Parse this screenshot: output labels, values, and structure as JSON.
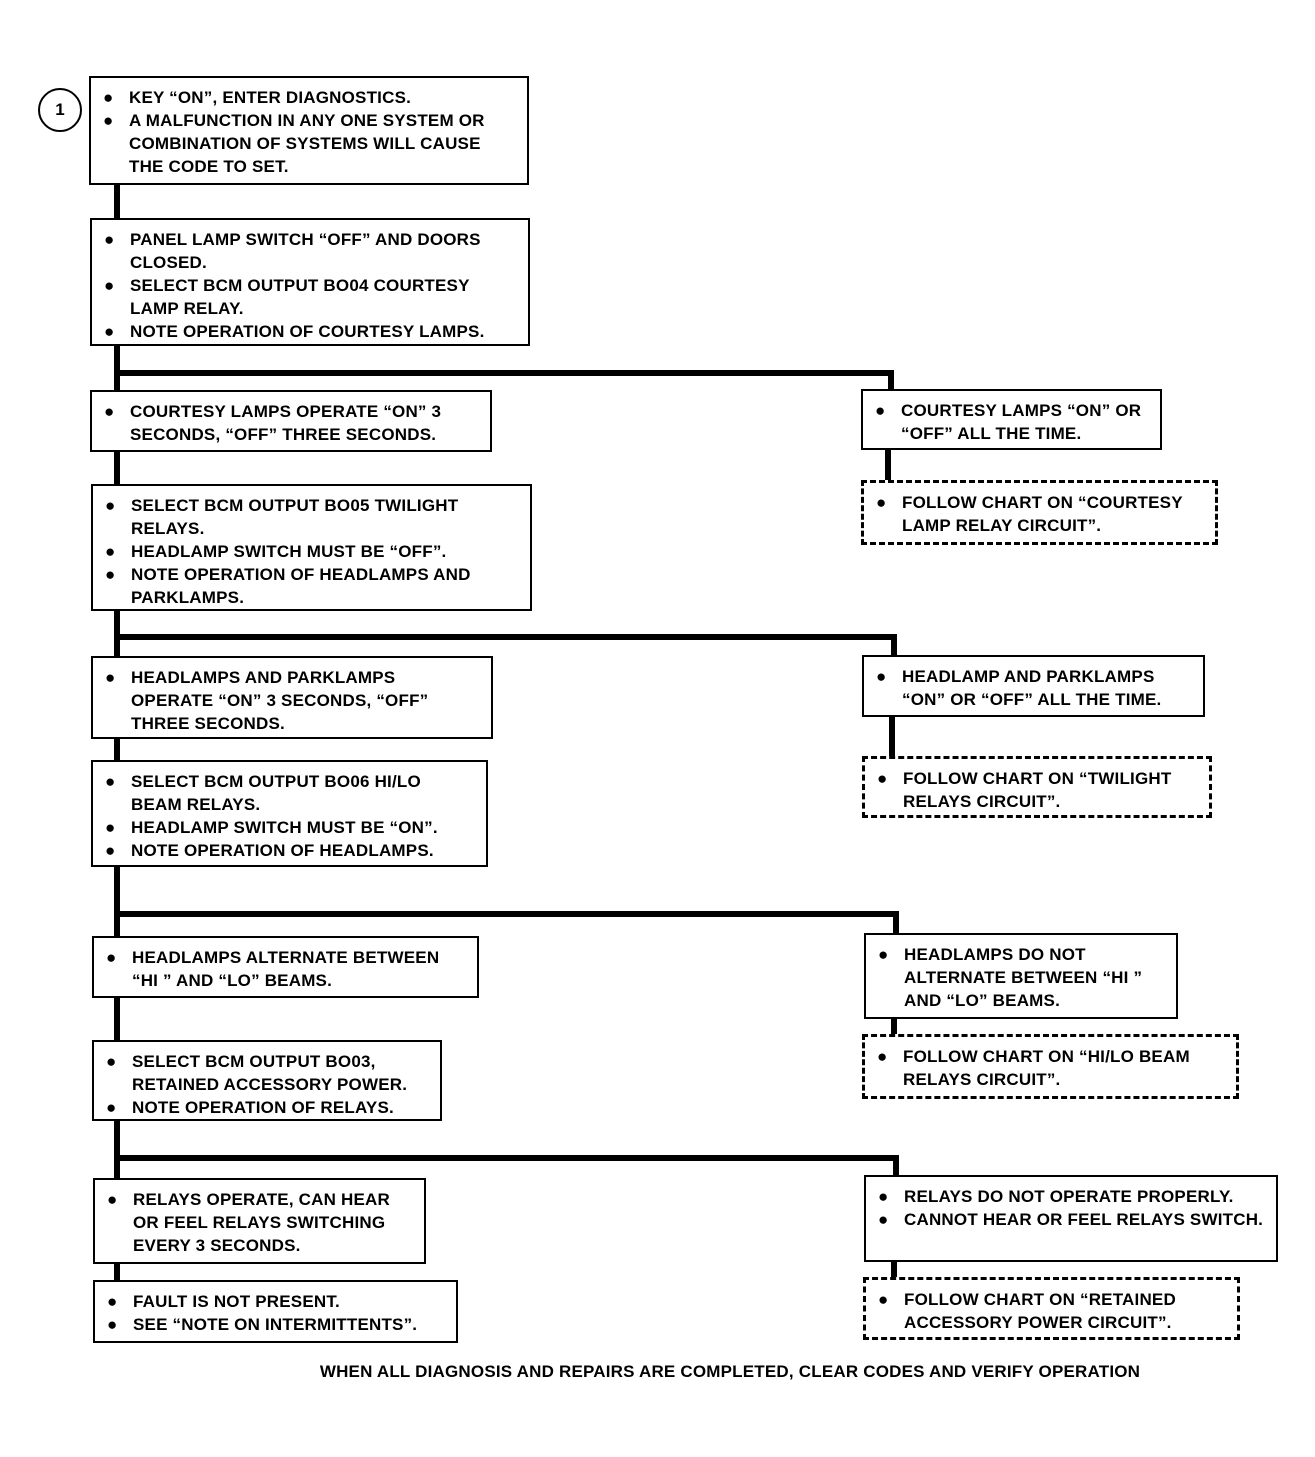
{
  "step_number": "1",
  "boxes": [
    {
      "id": "b1",
      "items": [
        "KEY “ON”, ENTER DIAGNOSTICS.",
        "A MALFUNCTION IN ANY ONE SYSTEM OR COMBINATION OF SYSTEMS WILL CAUSE THE CODE TO SET."
      ]
    },
    {
      "id": "b2",
      "items": [
        "PANEL LAMP SWITCH “OFF” AND DOORS CLOSED.",
        "SELECT BCM OUTPUT BO04 COURTESY LAMP RELAY.",
        "NOTE OPERATION OF COURTESY LAMPS."
      ]
    },
    {
      "id": "b3",
      "items": [
        "COURTESY LAMPS OPERATE “ON” 3 SECONDS, “OFF” THREE SECONDS."
      ]
    },
    {
      "id": "r3",
      "items": [
        "COURTESY LAMPS “ON” OR “OFF” ALL THE TIME."
      ]
    },
    {
      "id": "r3d",
      "items": [
        "FOLLOW CHART ON “COURTESY LAMP RELAY CIRCUIT”."
      ]
    },
    {
      "id": "b4",
      "items": [
        "SELECT BCM OUTPUT BO05 TWILIGHT RELAYS.",
        "HEADLAMP SWITCH MUST BE “OFF”.",
        "NOTE OPERATION OF HEADLAMPS AND PARKLAMPS."
      ]
    },
    {
      "id": "b5",
      "items": [
        "HEADLAMPS AND PARKLAMPS OPERATE “ON” 3 SECONDS, “OFF” THREE SECONDS."
      ]
    },
    {
      "id": "r5",
      "items": [
        "HEADLAMP AND PARKLAMPS “ON” OR “OFF” ALL THE TIME."
      ]
    },
    {
      "id": "r5d",
      "items": [
        "FOLLOW CHART ON “TWILIGHT RELAYS CIRCUIT”."
      ]
    },
    {
      "id": "b6",
      "items": [
        "SELECT BCM OUTPUT BO06 HI/LO BEAM RELAYS.",
        "HEADLAMP SWITCH MUST BE “ON”.",
        "NOTE OPERATION OF HEADLAMPS."
      ]
    },
    {
      "id": "b7",
      "items": [
        "HEADLAMPS ALTERNATE BETWEEN “HI ” AND “LO” BEAMS."
      ]
    },
    {
      "id": "r7",
      "items": [
        "HEADLAMPS DO NOT ALTERNATE BETWEEN “HI ” AND “LO” BEAMS."
      ]
    },
    {
      "id": "r7d",
      "items": [
        "FOLLOW CHART ON “HI/LO BEAM RELAYS CIRCUIT”."
      ]
    },
    {
      "id": "b8",
      "items": [
        "SELECT BCM OUTPUT BO03, RETAINED ACCESSORY POWER.",
        "NOTE OPERATION OF RELAYS."
      ]
    },
    {
      "id": "b9",
      "items": [
        "RELAYS OPERATE, CAN HEAR OR FEEL RELAYS SWITCHING EVERY 3 SECONDS."
      ]
    },
    {
      "id": "r9",
      "items": [
        "RELAYS DO NOT OPERATE PROPERLY.",
        "CANNOT HEAR OR FEEL RELAYS SWITCH."
      ]
    },
    {
      "id": "r9d",
      "items": [
        "FOLLOW CHART ON “RETAINED ACCESSORY POWER CIRCUIT”."
      ]
    },
    {
      "id": "b10",
      "items": [
        "FAULT IS NOT PRESENT.",
        "SEE “NOTE ON INTERMITTENTS”."
      ]
    }
  ],
  "footer": "WHEN ALL DIAGNOSIS AND REPAIRS ARE COMPLETED, CLEAR CODES AND VERIFY OPERATION"
}
